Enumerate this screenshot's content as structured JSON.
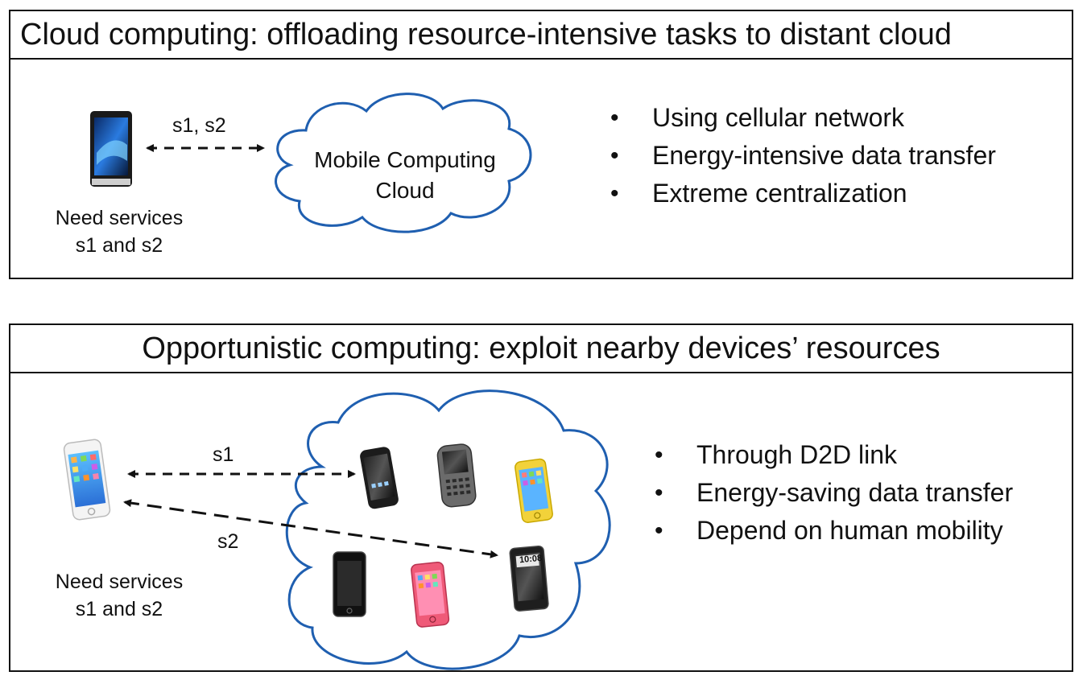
{
  "cloud_panel": {
    "title": "Cloud computing: offloading resource-intensive tasks to distant cloud",
    "requester_caption_line1": "Need services",
    "requester_caption_line2": "s1 and s2",
    "link_label": "s1, s2",
    "cloud_label_line1": "Mobile Computing",
    "cloud_label_line2": "Cloud",
    "bullets": [
      "Using cellular network",
      "Energy-intensive data transfer",
      "Extreme centralization"
    ]
  },
  "opportunistic_panel": {
    "title": "Opportunistic computing: exploit nearby devices’ resources",
    "requester_caption_line1": "Need services",
    "requester_caption_line2": "s1 and s2",
    "link_s1_label": "s1",
    "link_s2_label": "s2",
    "bullets": [
      "Through D2D link",
      "Energy-saving data transfer",
      "Depend on human mobility"
    ],
    "nearby_phone_screens": {
      "htc_clock": "10:08"
    }
  },
  "colors": {
    "cloud_stroke": "#1f5fb0",
    "border": "#111111",
    "phone_yellow": "#f2d23a",
    "phone_pink": "#ef5a78"
  }
}
